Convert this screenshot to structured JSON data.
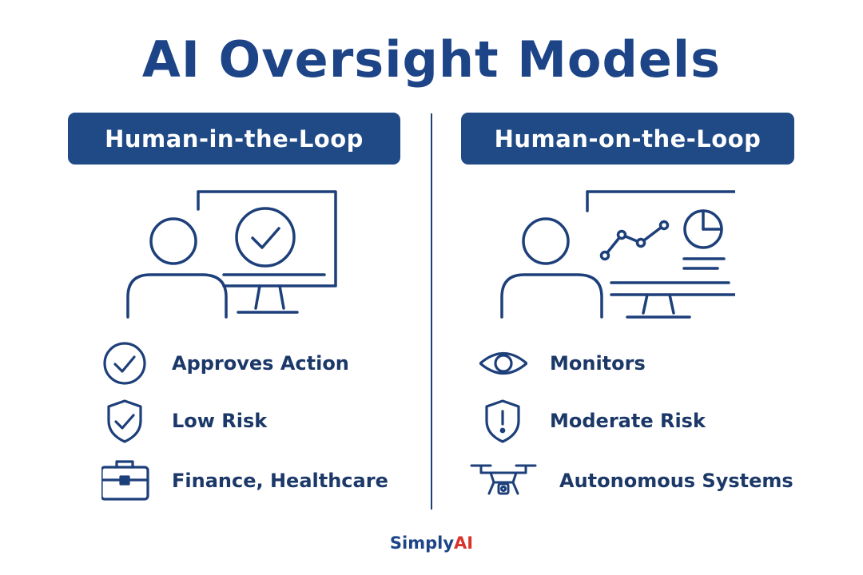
{
  "title": "AI Oversight Models",
  "left": {
    "heading": "Human-in-the-Loop",
    "features": [
      {
        "label": "Approves Action",
        "icon": "check-circle-icon"
      },
      {
        "label": "Low Risk",
        "icon": "shield-check-icon"
      },
      {
        "label": "Finance, Healthcare",
        "icon": "briefcase-icon"
      }
    ]
  },
  "right": {
    "heading": "Human-on-the-Loop",
    "features": [
      {
        "label": "Monitors",
        "icon": "eye-icon"
      },
      {
        "label": "Moderate Risk",
        "icon": "shield-alert-icon"
      },
      {
        "label": "Autonomous Systems",
        "icon": "drone-icon"
      }
    ]
  },
  "brand": {
    "part1": "Simply",
    "part2": "AI"
  },
  "colors": {
    "primary": "#1c4487",
    "pill": "#1f4a86",
    "icon_stroke": "#1d3f7a",
    "accent": "#d9342b"
  }
}
